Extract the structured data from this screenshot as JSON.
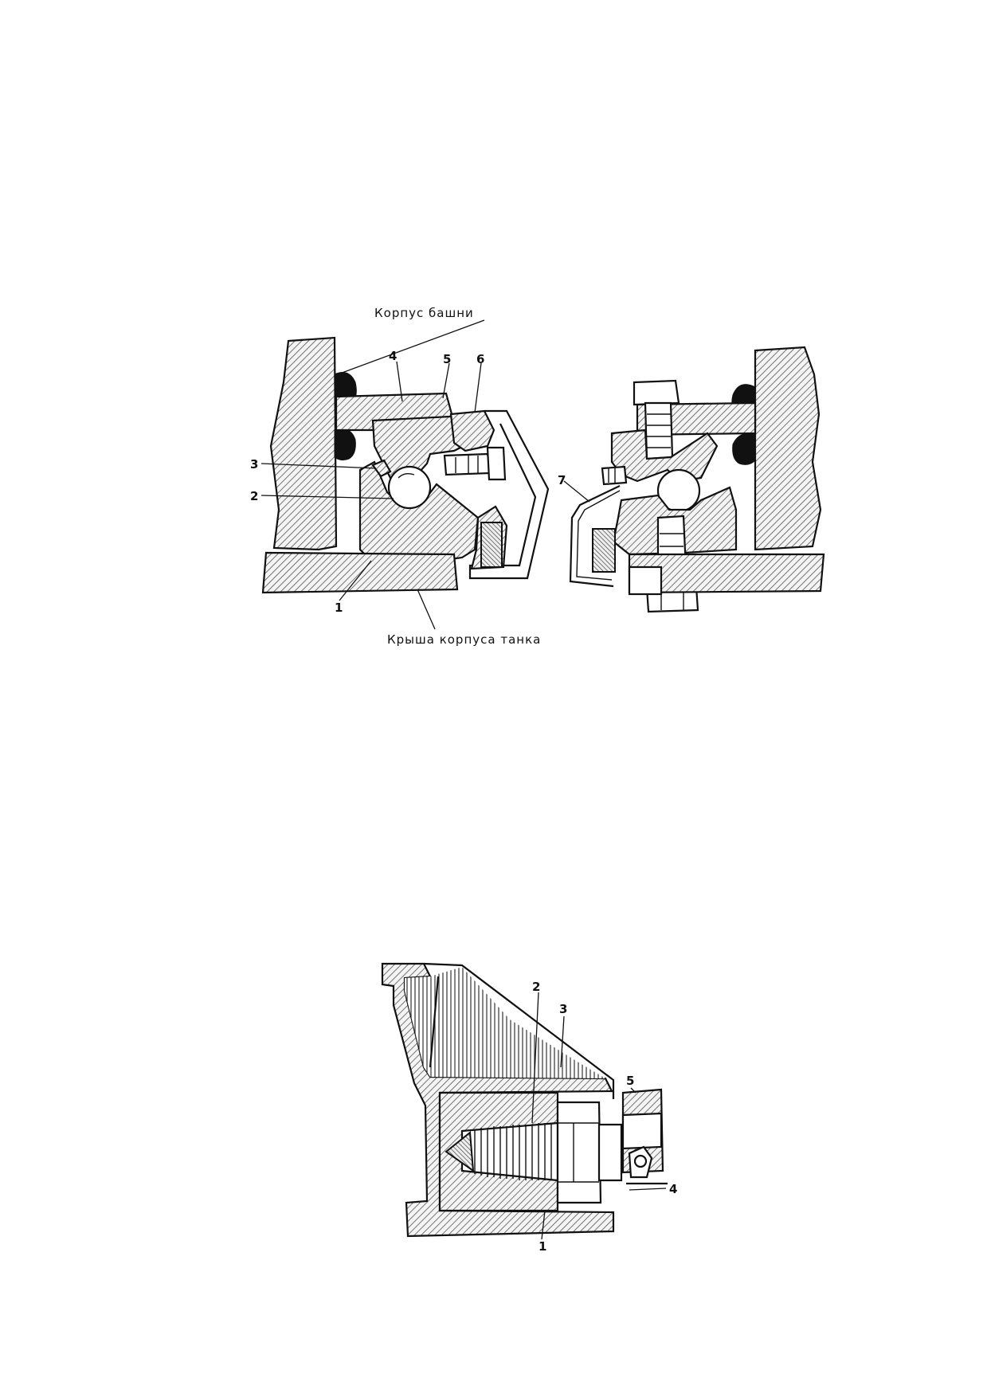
{
  "figure1": {
    "label_top": "Корпус башни",
    "label_bottom": "Крыша корпуса танка",
    "callouts": {
      "c1": "1",
      "c2": "2",
      "c3": "3",
      "c4": "4",
      "c5": "5",
      "c6": "6",
      "c7": "7"
    }
  },
  "figure2": {
    "callouts": {
      "c1": "1",
      "c2": "2",
      "c3": "3",
      "c4": "4",
      "c5": "5"
    }
  }
}
